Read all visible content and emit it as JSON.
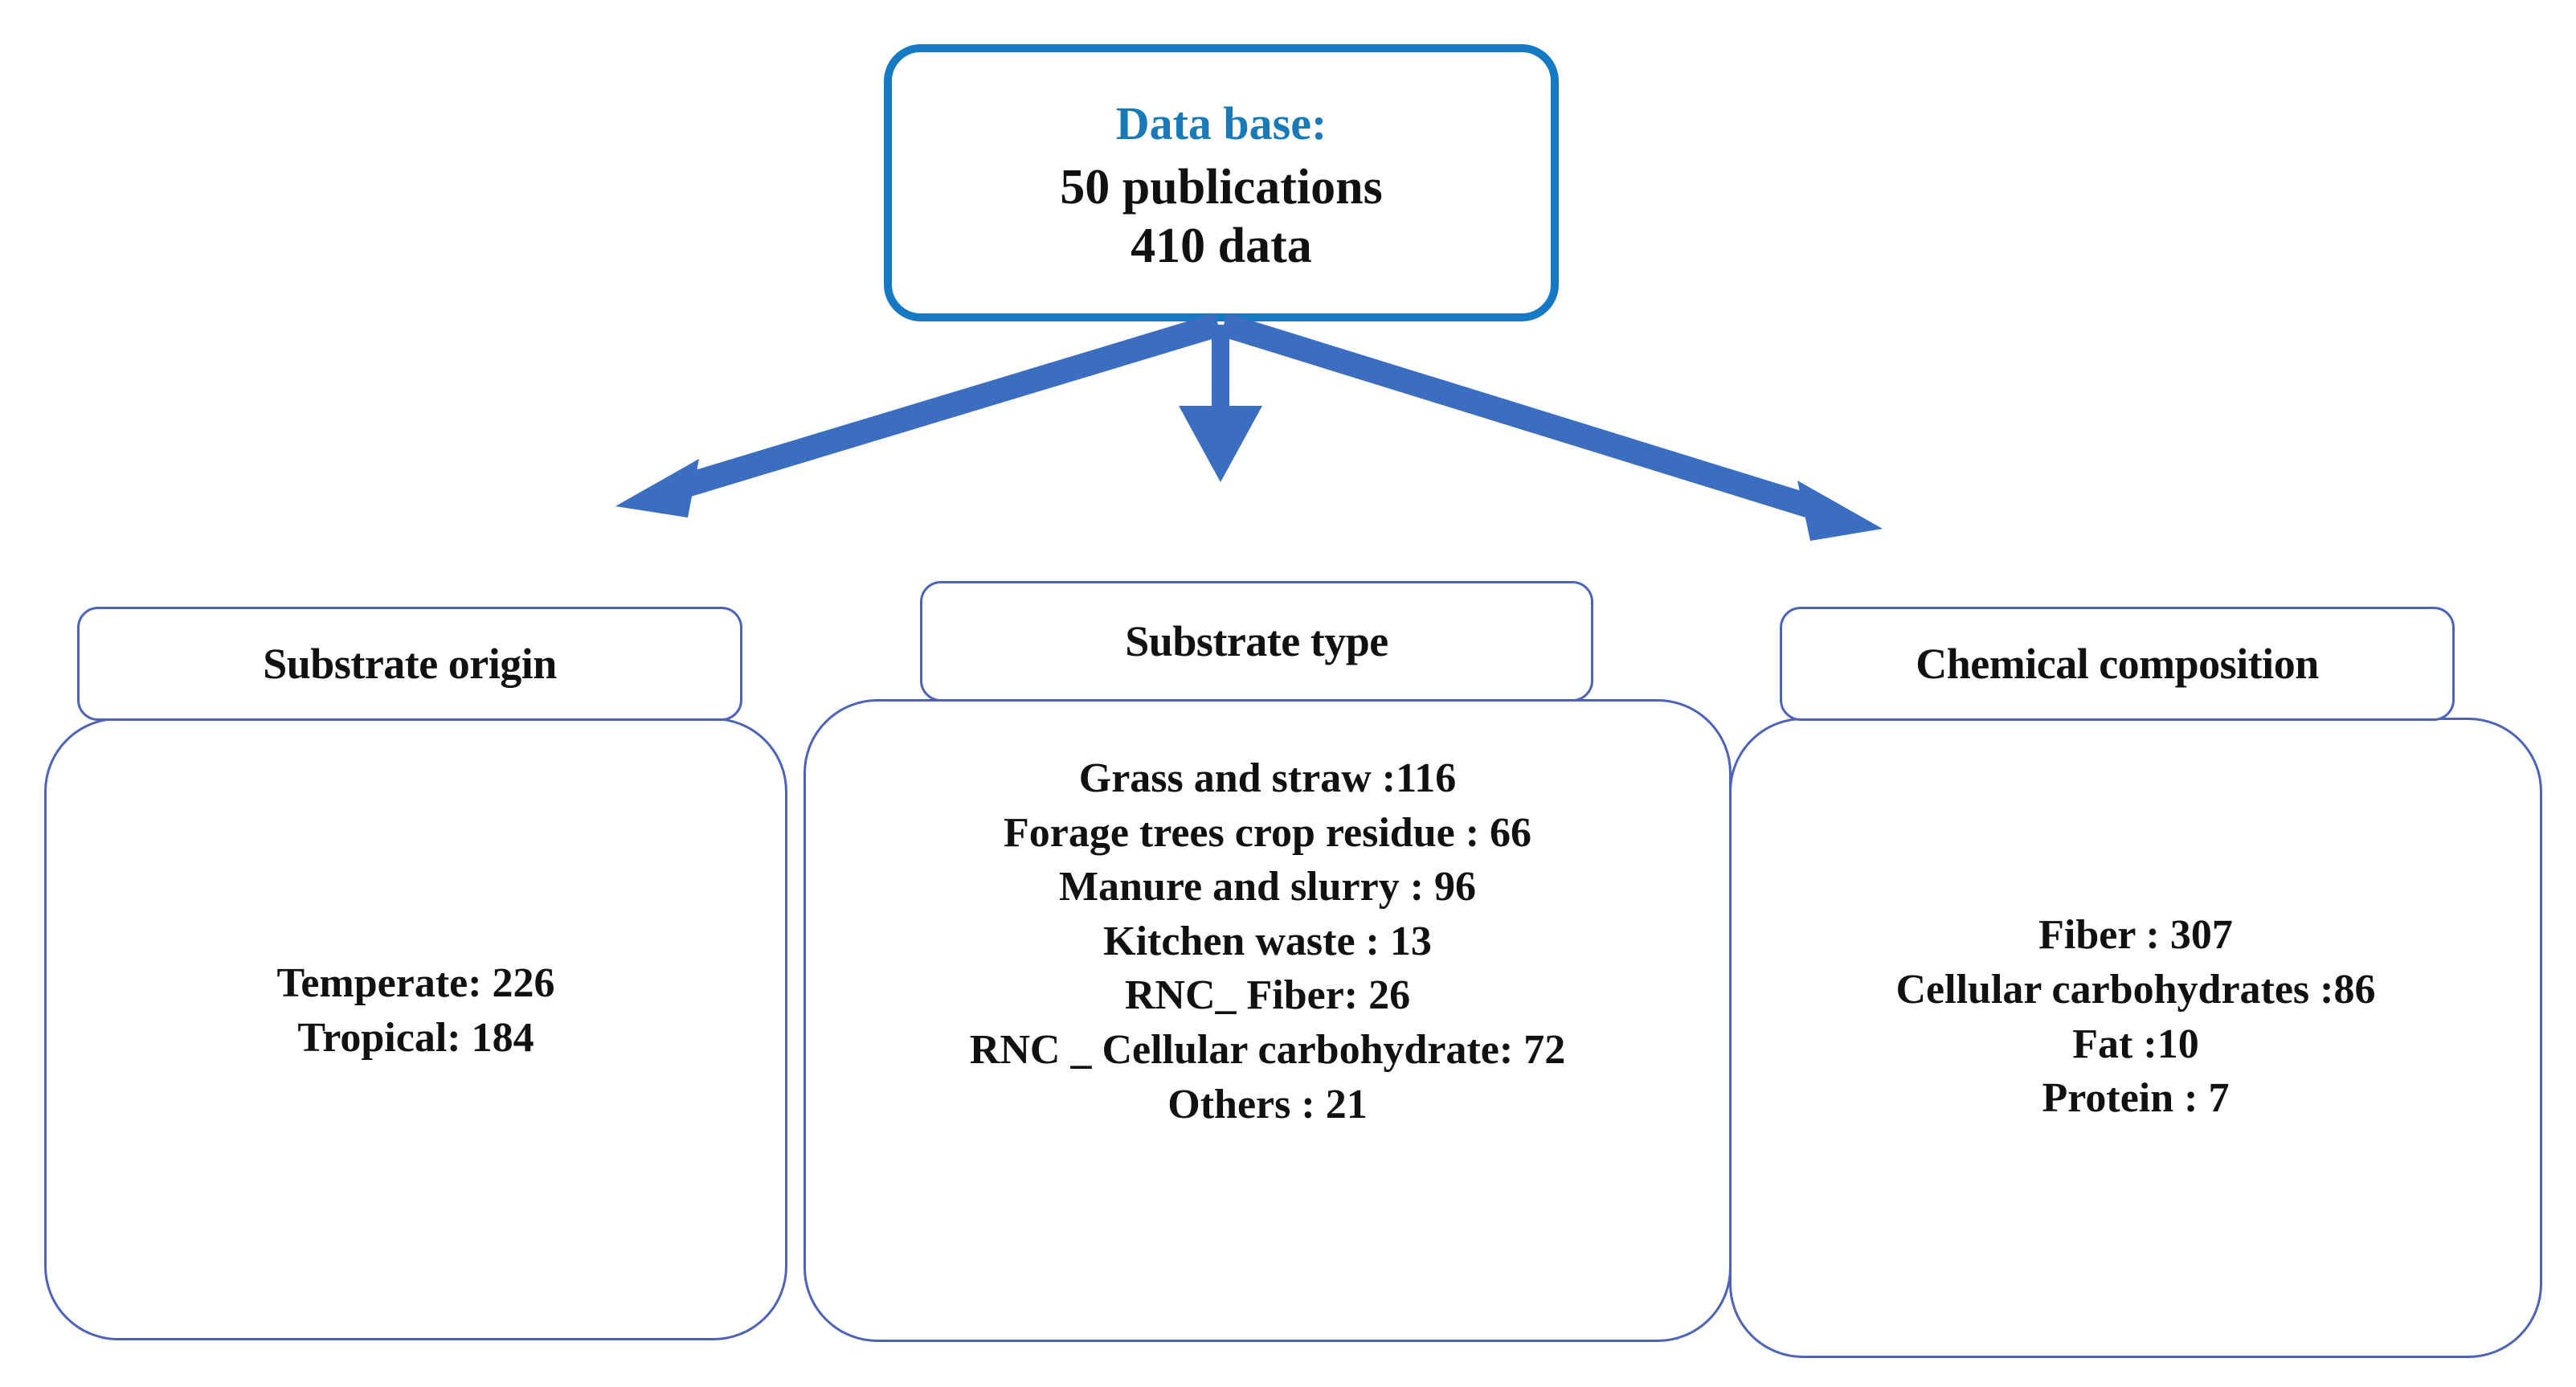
{
  "diagram": {
    "colors": {
      "root_border": "#1679C4",
      "root_title_text": "#1A7AB8",
      "branch_border": "#4E63B6",
      "arrow": "#3B6DC0",
      "body_text": "#111111",
      "background": "#FFFFFF"
    },
    "root": {
      "title": "Data base:",
      "lines": [
        "50 publications",
        "410 data"
      ]
    },
    "branches": [
      {
        "id": "substrate-origin",
        "header": "Substrate origin",
        "items": [
          "Temperate: 226",
          "Tropical: 184"
        ]
      },
      {
        "id": "substrate-type",
        "header": "Substrate type",
        "items": [
          "Grass and straw :116",
          "Forage trees crop residue  : 66",
          "Manure and slurry : 96",
          "Kitchen waste : 13",
          "RNC_ Fiber: 26",
          "RNC _ Cellular carbohydrate: 72",
          "Others : 21"
        ]
      },
      {
        "id": "chemical-composition",
        "header": "Chemical composition",
        "items": [
          "Fiber : 307",
          "Cellular carbohydrates :86",
          "Fat :10",
          "Protein : 7"
        ]
      }
    ],
    "connectors": [
      {
        "name": "arrow-to-substrate-origin",
        "direction": "down-left"
      },
      {
        "name": "arrow-to-substrate-type",
        "direction": "down"
      },
      {
        "name": "arrow-to-chemical-composition",
        "direction": "down-right"
      }
    ]
  }
}
